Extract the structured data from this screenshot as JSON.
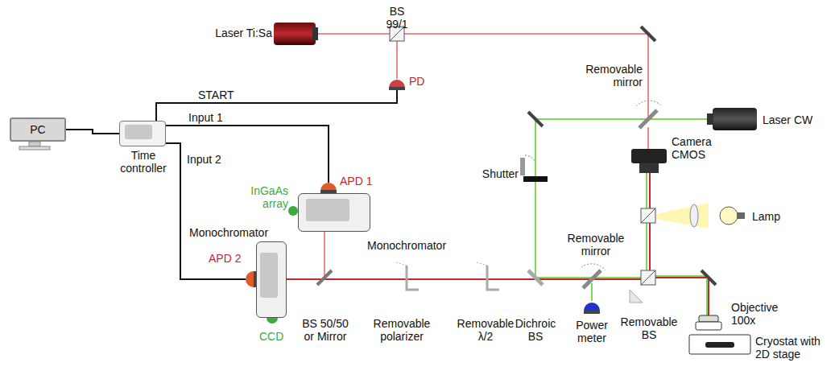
{
  "diagram": {
    "nodes": [
      {
        "text": [
          "PC"
        ]
      },
      {
        "text": [
          "Time controller"
        ]
      },
      {
        "text": [
          "PD"
        ]
      },
      {
        "text": [
          "APD 1"
        ]
      },
      {
        "text": [
          "Monochromator"
        ]
      },
      {
        "text": [
          "APD 2"
        ]
      },
      {
        "text": [
          "Monochromator"
        ]
      }
    ],
    "edges": [
      {
        "from": 0,
        "to": 1,
        "arrow": "none"
      },
      {
        "from": 1,
        "to": 2,
        "label": "START",
        "arrow": "none"
      },
      {
        "from": 1,
        "to": 3,
        "label": "Input 1",
        "arrow": "none"
      },
      {
        "from": 1,
        "to": 5,
        "label": "Input 2",
        "arrow": "none"
      }
    ],
    "labels": [
      "Laser Ti:Sa",
      "BS 99/1",
      "Removable mirror",
      "Laser CW",
      "Camera CMOS",
      "Shutter",
      "Lamp",
      "InGaAs array",
      "CCD",
      "BS 50/50 or Mirror",
      "Removable polarizer",
      "Removable λ/2",
      "Dichroic BS",
      "Removable mirror",
      "Power meter",
      "Removable BS",
      "Objective 100x",
      "Cryostat with 2D stage"
    ]
  }
}
